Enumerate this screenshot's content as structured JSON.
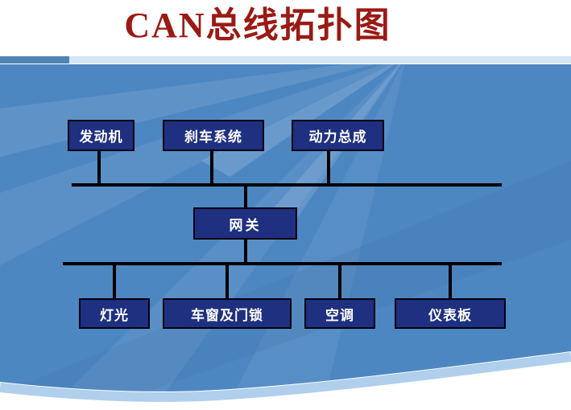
{
  "slide_title": "CAN总线拓扑图",
  "nodes": {
    "top": [
      "发动机",
      "刹车系统",
      "动力总成"
    ],
    "gateway": "网关",
    "bottom": [
      "灯光",
      "车窗及门锁",
      "空调",
      "仪表板"
    ]
  },
  "colors": {
    "title_red": "#9a1a14",
    "background_blue": "#4d87c2",
    "header_band_dark": "#4e84b4",
    "header_band_light": "#d2e5f5",
    "bottom_rim_blue": "#b0cfec",
    "node_fill": "#1f3080",
    "node_border": "#02020e",
    "node_text": "#ffffff",
    "connector_black": "#000000"
  }
}
